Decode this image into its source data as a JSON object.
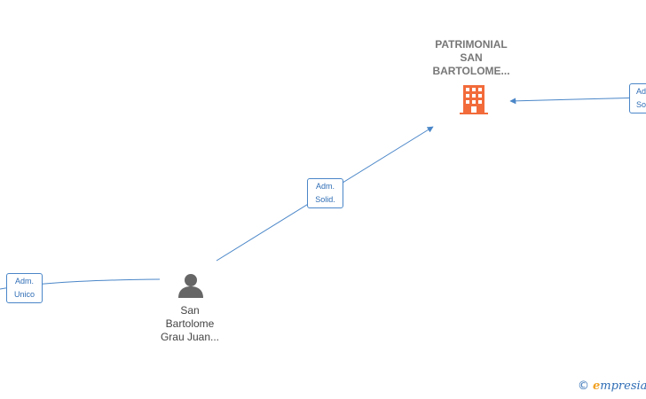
{
  "nodes": {
    "company": {
      "name": "PATRIMONIAL\nSAN\nBARTOLOME...",
      "icon": "building-icon",
      "color": "#f26b3a"
    },
    "person": {
      "name": "San\nBartolome\nGrau Juan...",
      "icon": "person-icon",
      "color": "#666666"
    }
  },
  "edges": {
    "person_to_company": {
      "line1": "Adm.",
      "line2": "Solid."
    },
    "right_to_company": {
      "line1": "Adm.",
      "line2": "Solid."
    },
    "left_to_person": {
      "line1": "Adm.",
      "line2": "Unico"
    }
  },
  "colors": {
    "edge": "#4a86c8",
    "edge_text": "#2f6db5"
  },
  "brand": {
    "copyright": "©",
    "first_letter": "e",
    "rest": "mpresia"
  }
}
